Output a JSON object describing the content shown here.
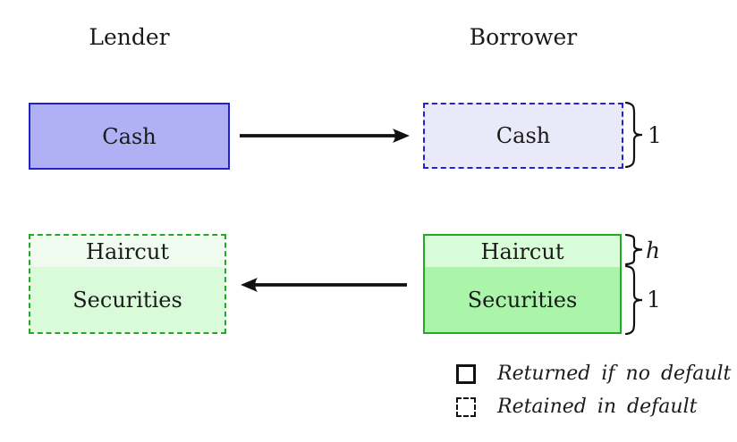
{
  "figure": {
    "columns": {
      "lender_label": "Lender",
      "borrower_label": "Borrower"
    },
    "lender": {
      "cash_label": "Cash",
      "haircut_label": "Haircut",
      "securities_label": "Securities"
    },
    "borrower": {
      "cash_label": "Cash",
      "haircut_label": "Haircut",
      "securities_label": "Securities"
    },
    "braces": {
      "cash_value": "1",
      "haircut_value": "h",
      "securities_value": "1"
    },
    "legend": {
      "solid_label": "Returned if no default",
      "dashed_label": "Retained in default"
    },
    "colors": {
      "blue_border": "#2222cc",
      "blue_fill_solid": "#b0b0f5",
      "blue_fill_light": "#e9e9fa",
      "green_border": "#22aa22",
      "green_fill_haircut": "#d9fcd9",
      "green_fill_securities": "#aaf5aa",
      "green_fill_haircut_light": "#effbef",
      "green_fill_securities_light": "#d9fbd9",
      "arrow_color": "#111111"
    }
  }
}
